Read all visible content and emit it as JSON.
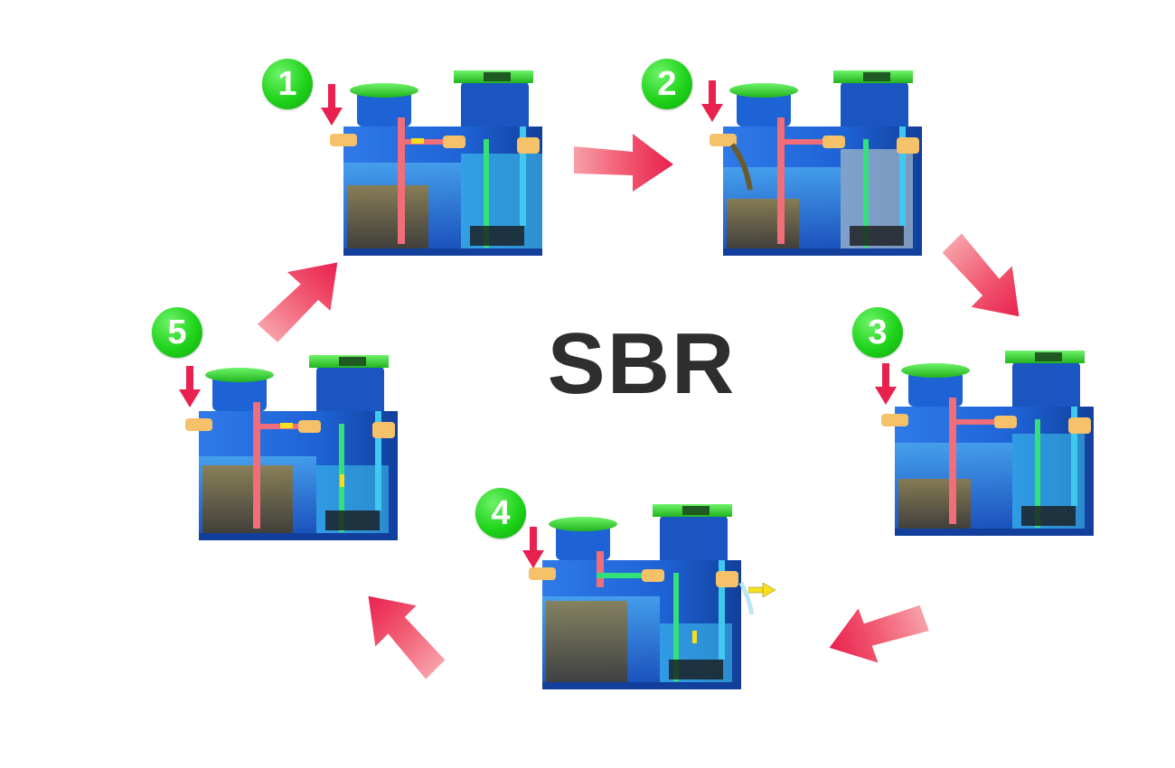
{
  "title": "SBR",
  "steps": [
    {
      "number": "1"
    },
    {
      "number": "2"
    },
    {
      "number": "3"
    },
    {
      "number": "4"
    },
    {
      "number": "5"
    }
  ],
  "colors": {
    "tank_blue": "#1e63d6",
    "tank_dark_blue": "#123f9c",
    "lid_green": "#3fd13a",
    "arrow_red": "#f0355f",
    "arrow_orange": "#f56b6b",
    "badge_green": "#1fd31a",
    "sludge_brown": "#7a5a26",
    "water_cyan": "#3fc8f0",
    "pipe_pink": "#f06d7a",
    "pipe_green": "#35e07a",
    "pipe_gold": "#f5c26a",
    "flow_yellow": "#f5e020",
    "text_dark": "#2e2e2e"
  },
  "icons": {
    "inflow": "down-arrow-icon",
    "outflow": "right-arrow-icon",
    "cycle": "cycle-arrow-icon"
  }
}
